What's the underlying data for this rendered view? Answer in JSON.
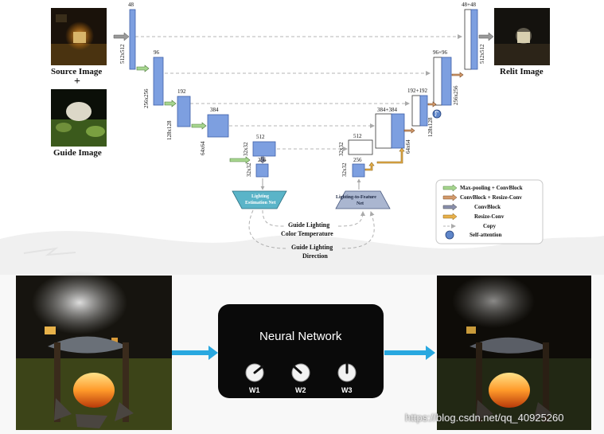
{
  "top_diagram": {
    "source_label": "Source Image",
    "guide_label": "Guide Image",
    "plus_sign": "+",
    "relit_label": "Relit Image",
    "encoder": {
      "channels": [
        "48",
        "96",
        "192",
        "384",
        "512",
        "256"
      ],
      "sizes": [
        "512x512",
        "256x256",
        "128x128",
        "64x64",
        "32x32",
        "32x32"
      ]
    },
    "decoder": {
      "channels": [
        "48+48",
        "96+96",
        "192+192",
        "384+384",
        "512",
        "256"
      ],
      "sizes": [
        "512x512",
        "256x256",
        "128x128",
        "64x64",
        "32x32",
        "32x32"
      ]
    },
    "lighting_estimation_net": [
      "Lighting",
      "Estimation Net"
    ],
    "lighting_to_feature_net": [
      "Lighting-to-Feature",
      "Net"
    ],
    "guide_color_temp": [
      "Guide Lighting",
      "Color Temperature"
    ],
    "guide_direction": [
      "Guide Lighting",
      "Direction"
    ],
    "legend": [
      {
        "label": "Max-pooling + ConvBlock",
        "color": "#8fbf7f"
      },
      {
        "label": "ConvBlock + Resize-Conv",
        "color": "#c9956b"
      },
      {
        "label": "ConvBlock",
        "color": "#8a90ad"
      },
      {
        "label": "Resize-Conv",
        "color": "#d9a441"
      },
      {
        "label": "Copy",
        "color": "#bbbbbb"
      },
      {
        "label": "Self-attention",
        "color": "#5f86c9"
      }
    ]
  },
  "bottom_diagram": {
    "network_title": "Neural Network",
    "knobs": [
      "W1",
      "W2",
      "W3"
    ],
    "watermark": "https://blog.csdn.net/qq_40925260",
    "arrow_color": "#29a8e0"
  }
}
